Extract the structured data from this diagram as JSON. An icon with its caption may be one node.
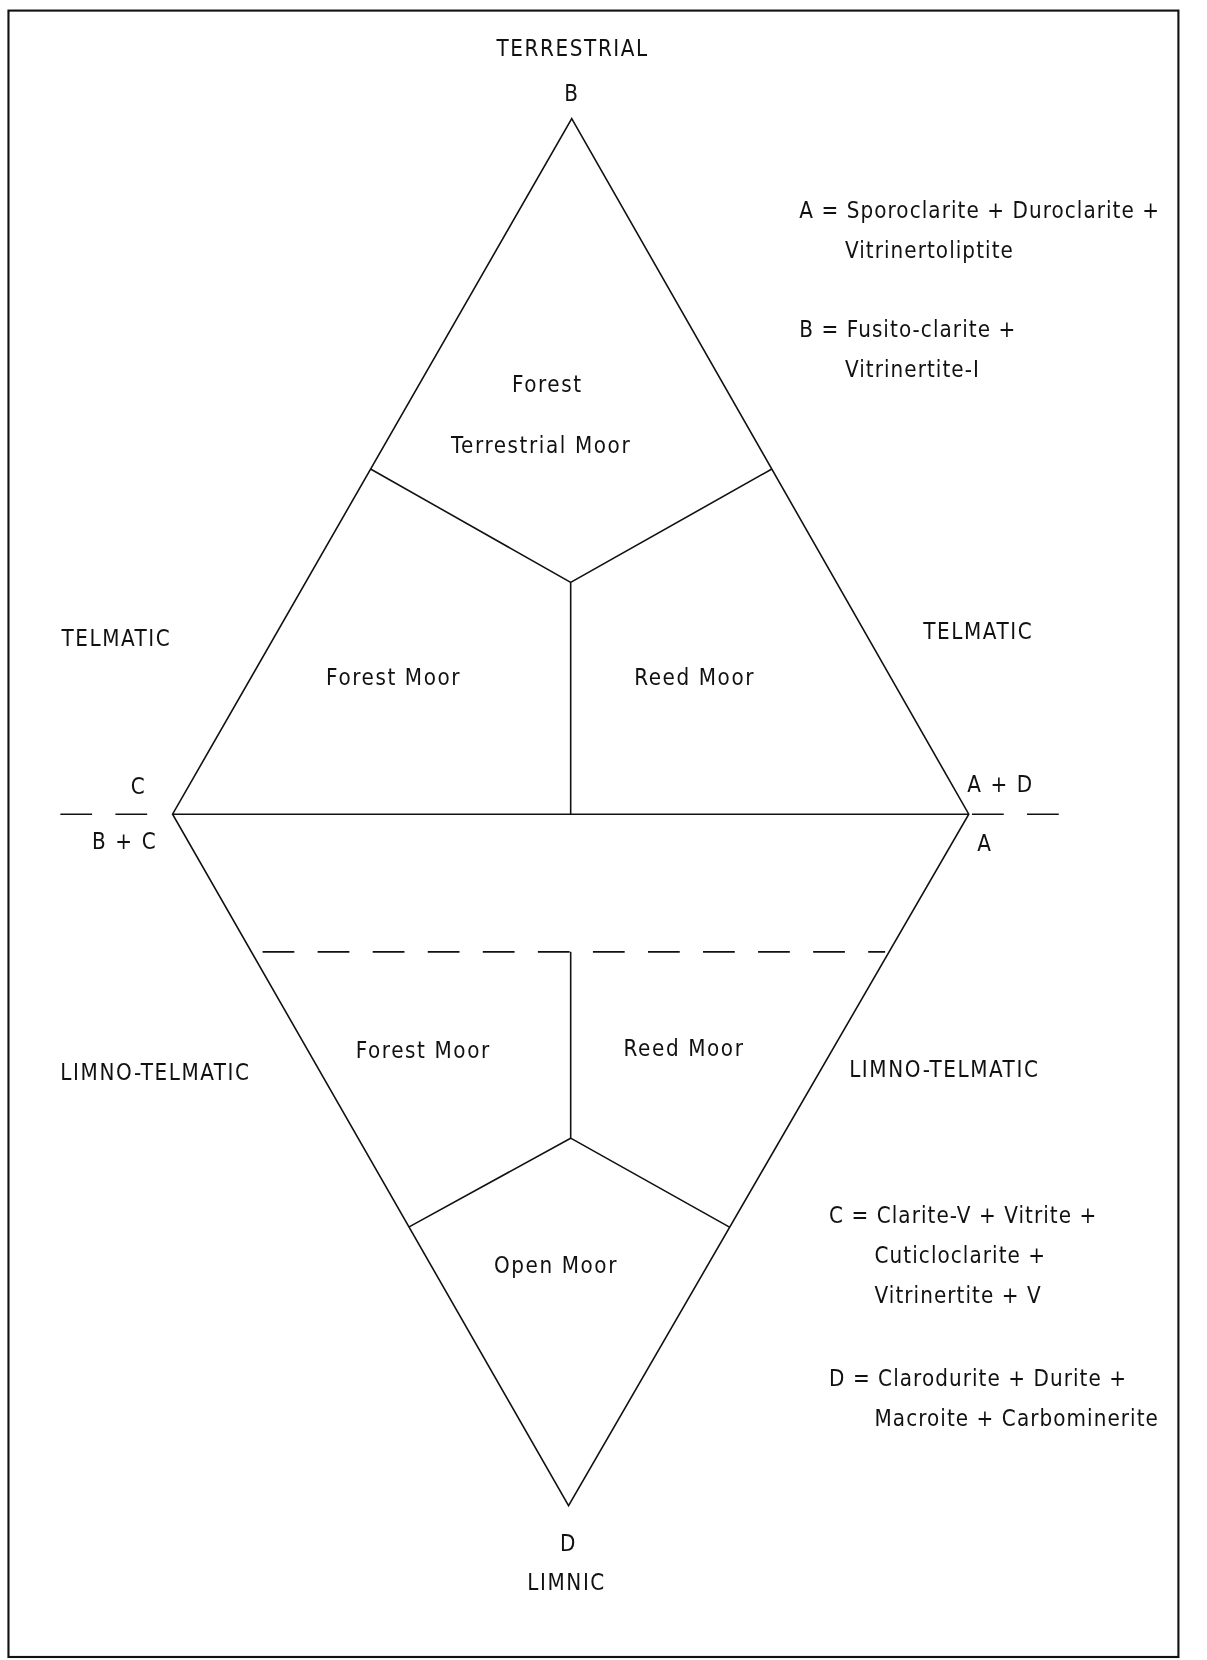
{
  "diagram": {
    "nodes": [
      {
        "text": [
          "Forest",
          "Terrestrial Moor"
        ]
      },
      {
        "text": [
          "Forest Moor"
        ]
      },
      {
        "text": [
          "Reed Moor"
        ]
      },
      {
        "text": [
          "Forest Moor"
        ]
      },
      {
        "text": [
          "Reed Moor"
        ]
      },
      {
        "text": [
          "Open Moor"
        ]
      }
    ],
    "labels": [
      "TERRESTRIAL",
      "B",
      "A = Sporoclarite + Duroclarite + Vitrinertoliptite",
      "B = Fusito-clarite + Vitrinertite-I",
      "TELMATIC",
      "TELMATIC",
      "C",
      "A + D",
      "B + C",
      "A",
      "LIMNO-TELMATIC",
      "LIMNO-TELMATIC",
      "C = Clarite-V + Vitrite + Cuticloclarite + Vitrinertite + V",
      "D = Clarodurite + Durite + Macroite + Carbominerite",
      "D",
      "LIMNIC"
    ]
  }
}
